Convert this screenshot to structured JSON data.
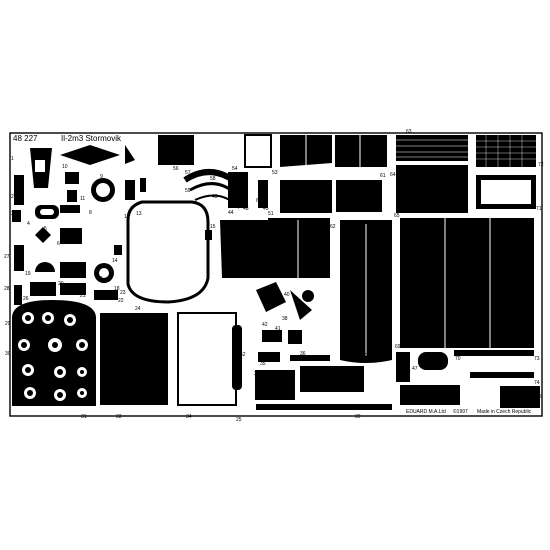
{
  "fret": {
    "code": "48 227",
    "title": "Il-2m3 Stormovik",
    "manufacturer": "EDUARD M.A.Ltd",
    "year": "©1997",
    "origin": "Made in Czech Republic"
  },
  "part_numbers": [
    "1",
    "2",
    "3",
    "4",
    "5",
    "6",
    "7",
    "8",
    "9",
    "10",
    "11",
    "12",
    "13",
    "14",
    "15",
    "16",
    "17",
    "18",
    "19",
    "20",
    "21",
    "22",
    "23",
    "24",
    "25",
    "26",
    "27",
    "28",
    "29",
    "30",
    "31",
    "32",
    "33",
    "34",
    "35",
    "36",
    "37",
    "38",
    "39",
    "40",
    "41",
    "42",
    "43",
    "44",
    "45",
    "46",
    "47",
    "48",
    "49",
    "50",
    "51",
    "52",
    "53",
    "54",
    "55",
    "56",
    "57",
    "58",
    "59",
    "60",
    "61",
    "62",
    "63",
    "64",
    "65",
    "66",
    "67",
    "68",
    "69",
    "70",
    "71",
    "72",
    "73",
    "74",
    "75",
    "76"
  ],
  "colors": {
    "brass": "#000000",
    "background": "#ffffff"
  }
}
